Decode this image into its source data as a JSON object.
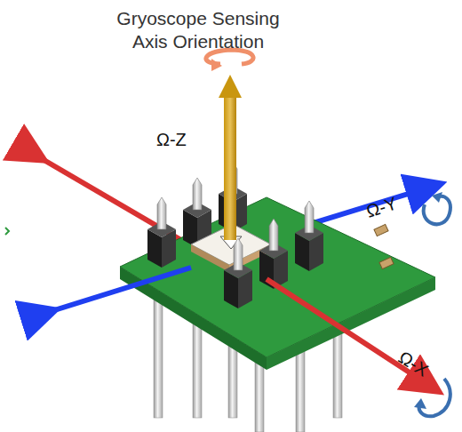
{
  "diagram": {
    "title": "Gryoscope Sensing Axis Orientation",
    "labels": [
      "Ω-Z",
      "Ω-Y",
      "Ω-X"
    ]
  }
}
